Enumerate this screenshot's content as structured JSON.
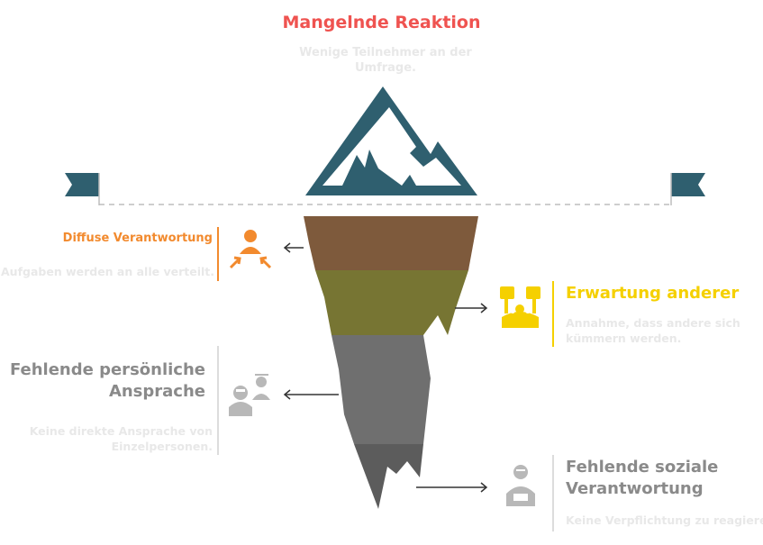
{
  "title": "Mangelnde Reaktion",
  "subtitle": "Wenige Teilnehmer an der Umfrage.",
  "layers": [
    {
      "title": "Diffuse Verantwortung",
      "description": "Aufgaben werden an alle verteilt.",
      "color": "#f28a2e",
      "icon": "group-responsibility-icon"
    },
    {
      "title": "Erwartung anderer",
      "description": "Annahme, dass andere sich kümmern werden.",
      "color": "#f5d000",
      "icon": "others-expectation-icon"
    },
    {
      "title": "Fehlende persönliche Ansprache",
      "description": "Keine direkte Ansprache von Einzelpersonen.",
      "color": "#b0b0b0",
      "icon": "no-personal-address-icon"
    },
    {
      "title": "Fehlende soziale Verantwortung",
      "description": "Keine Verpflichtung zu reagieren.",
      "color": "#b0b0b0",
      "icon": "no-social-responsibility-icon"
    }
  ],
  "colors": {
    "iceberg_tip": "#2f5f6f",
    "layer1": "#7e5a3c",
    "layer2": "#777533",
    "layer3": "#6f6f6f",
    "layer4": "#5c5c5c"
  }
}
